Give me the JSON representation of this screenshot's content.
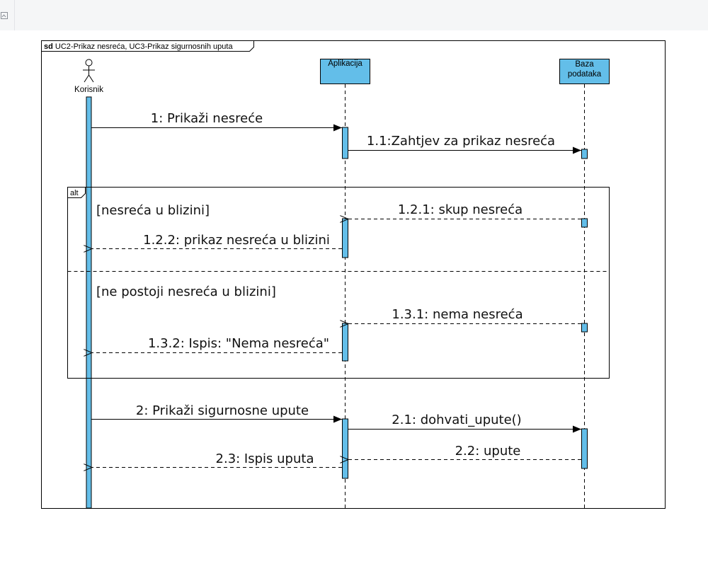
{
  "frame": {
    "keyword": "sd",
    "title": "UC2-Prikaz nesreća, UC3-Prikaz sigurnosnih uputa"
  },
  "lifelines": {
    "actor": "Korisnik",
    "app": "Aplikacija",
    "db_line1": "Baza",
    "db_line2": "podataka"
  },
  "messages": {
    "m1": "1: Prikaži nesreće",
    "m1_1": "1.1:Zahtjev za prikaz nesreća",
    "m1_2_1": "1.2.1: skup nesreća",
    "m1_2_2": "1.2.2: prikaz nesreća u blizini",
    "m1_3_1": "1.3.1: nema nesreća",
    "m1_3_2": "1.3.2: Ispis: \"Nema nesreća\"",
    "m2": "2: Prikaži sigurnosne upute",
    "m2_1": "2.1: dohvati_upute()",
    "m2_2": "2.2: upute",
    "m2_3": "2.3: Ispis uputa"
  },
  "fragment": {
    "operator": "alt",
    "guard1": "[nesreća u blizini]",
    "guard2": "[ne postoji nesreća u blizini]"
  },
  "colors": {
    "activation": "#63bee9"
  }
}
